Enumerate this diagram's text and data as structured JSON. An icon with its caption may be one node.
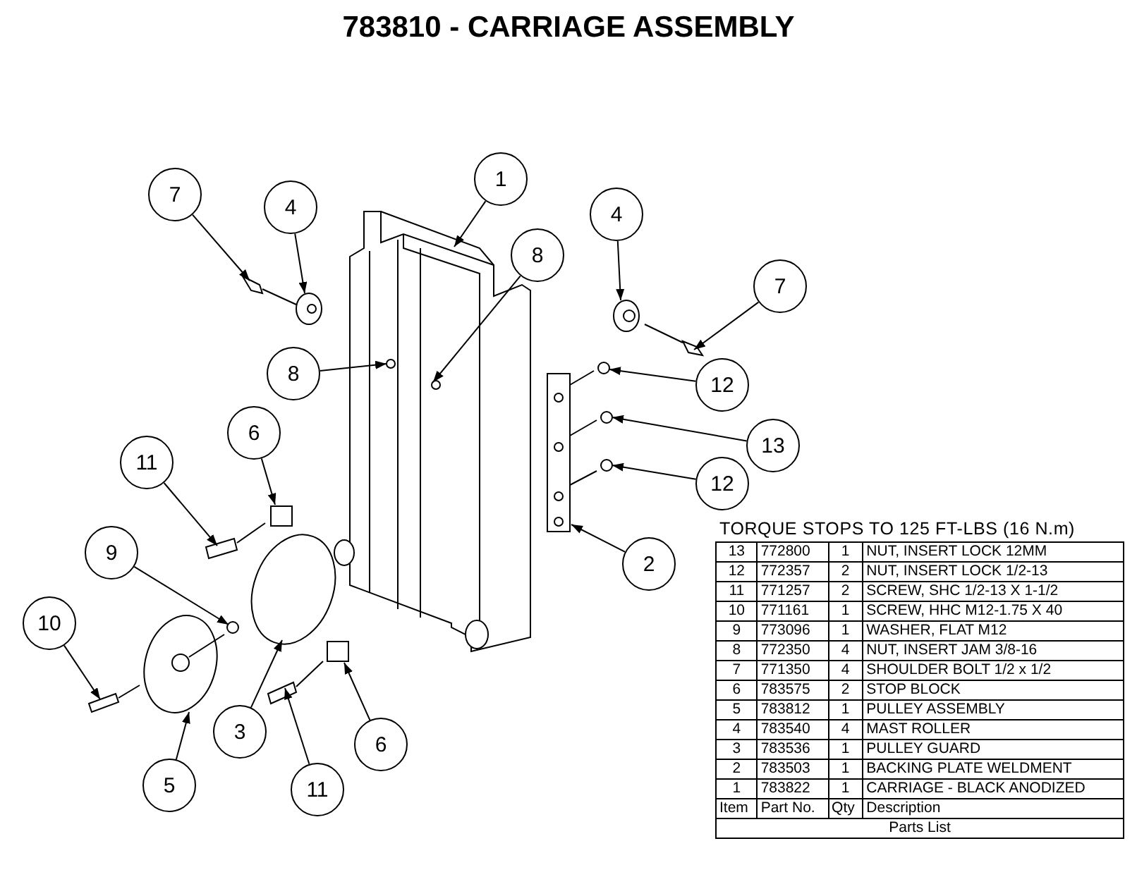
{
  "diagram": {
    "title": "783810 - CARRIAGE ASSEMBLY",
    "nodes": [
      {
        "text": [
          "1"
        ]
      },
      {
        "text": [
          "7"
        ]
      },
      {
        "text": [
          "4"
        ]
      },
      {
        "text": [
          "4"
        ]
      },
      {
        "text": [
          "8"
        ]
      },
      {
        "text": [
          "7"
        ]
      },
      {
        "text": [
          "8"
        ]
      },
      {
        "text": [
          "12"
        ]
      },
      {
        "text": [
          "6"
        ]
      },
      {
        "text": [
          "13"
        ]
      },
      {
        "text": [
          "11"
        ]
      },
      {
        "text": [
          "12"
        ]
      },
      {
        "text": [
          "9"
        ]
      },
      {
        "text": [
          "2"
        ]
      },
      {
        "text": [
          "10"
        ]
      },
      {
        "text": [
          "3"
        ]
      },
      {
        "text": [
          "6"
        ]
      },
      {
        "text": [
          "5"
        ]
      },
      {
        "text": [
          "11"
        ]
      },
      {
        "text": [],
        "shape": "picture"
      },
      {
        "text": [],
        "shape": "picture"
      },
      {
        "text": [],
        "shape": "picture"
      },
      {
        "text": [],
        "shape": "picture"
      },
      {
        "text": [],
        "shape": "circle",
        "in": 19
      },
      {
        "text": [],
        "shape": "picture"
      },
      {
        "text": [],
        "shape": "circle",
        "in": 19
      },
      {
        "text": [],
        "shape": "circle"
      },
      {
        "text": [],
        "shape": "box"
      },
      {
        "text": [],
        "shape": "circle"
      },
      {
        "text": [],
        "shape": "picture"
      },
      {
        "text": [],
        "shape": "circle"
      },
      {
        "text": [],
        "shape": "circle"
      },
      {
        "text": [],
        "shape": "picture"
      },
      {
        "text": [],
        "shape": "picture"
      },
      {
        "text": [],
        "shape": "ellipse"
      },
      {
        "text": [],
        "shape": "box"
      },
      {
        "text": [],
        "shape": "picture"
      },
      {
        "text": [],
        "shape": "picture"
      }
    ],
    "edges": [
      {
        "from": 0,
        "to": 19,
        "arrow": "to"
      },
      {
        "from": 1,
        "to": 20,
        "arrow": "to"
      },
      {
        "from": 2,
        "to": 21,
        "arrow": "to"
      },
      {
        "from": 3,
        "to": 22,
        "arrow": "to"
      },
      {
        "from": 4,
        "to": 23,
        "arrow": "to"
      },
      {
        "from": 5,
        "to": 24,
        "arrow": "to"
      },
      {
        "from": 6,
        "to": 25,
        "arrow": "to"
      },
      {
        "from": 7,
        "to": 26,
        "arrow": "to"
      },
      {
        "from": 8,
        "to": 27,
        "arrow": "to"
      },
      {
        "from": 9,
        "to": 28,
        "arrow": "to"
      },
      {
        "from": 10,
        "to": 29,
        "arrow": "to"
      },
      {
        "from": 11,
        "to": 30,
        "arrow": "to"
      },
      {
        "from": 12,
        "to": 31,
        "arrow": "to"
      },
      {
        "from": 13,
        "to": 32,
        "arrow": "to"
      },
      {
        "from": 14,
        "to": 33,
        "arrow": "to"
      },
      {
        "from": 15,
        "to": 34,
        "arrow": "to"
      },
      {
        "from": 16,
        "to": 35,
        "arrow": "to"
      },
      {
        "from": 17,
        "to": 36,
        "arrow": "to"
      },
      {
        "from": 18,
        "to": 37,
        "arrow": "to"
      }
    ],
    "labels": [
      "TORQUE STOPS TO 125 FT-LBS (16 N.m)",
      "13",
      "772800",
      "1",
      "NUT, INSERT LOCK 12MM",
      "12",
      "772357",
      "2",
      "NUT, INSERT LOCK 1/2-13",
      "11",
      "771257",
      "2",
      "SCREW, SHC 1/2-13 X 1-1/2",
      "10",
      "771161",
      "1",
      "SCREW, HHC M12-1.75 X 40",
      "9",
      "773096",
      "1",
      "WASHER, FLAT M12",
      "8",
      "772350",
      "4",
      "NUT, INSERT JAM 3/8-16",
      "7",
      "771350",
      "4",
      "SHOULDER BOLT 1/2 x 1/2",
      "6",
      "783575",
      "2",
      "STOP BLOCK",
      "5",
      "783812",
      "1",
      "PULLEY ASSEMBLY",
      "4",
      "783540",
      "4",
      "MAST ROLLER",
      "3",
      "783536",
      "1",
      "PULLEY GUARD",
      "2",
      "783503",
      "1",
      "BACKING PLATE WELDMENT",
      "1",
      "783822",
      "1",
      "CARRIAGE - BLACK ANODIZED",
      "Item",
      "Part No.",
      "Qty",
      "Description",
      "Parts List"
    ]
  }
}
